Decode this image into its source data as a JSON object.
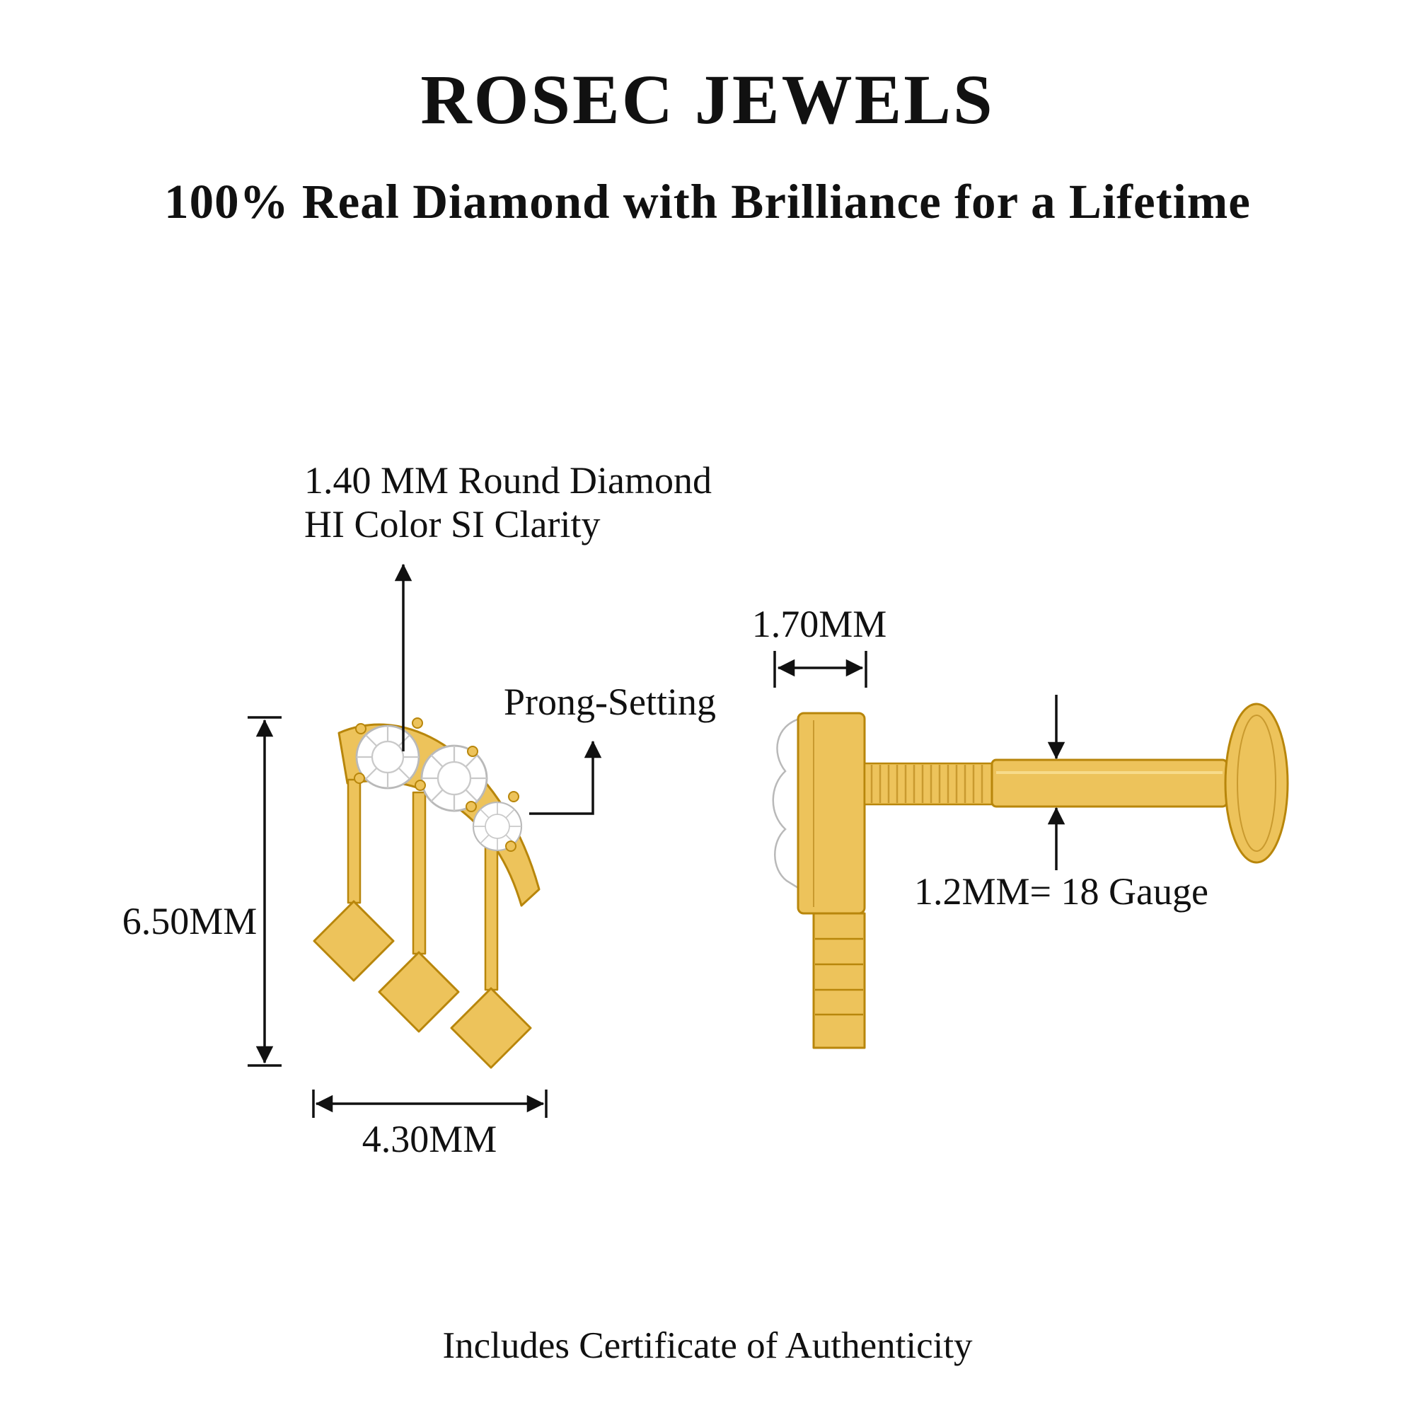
{
  "header": {
    "brand": "ROSEC JEWELS",
    "tagline": "100% Real Diamond with Brilliance for a Lifetime"
  },
  "front_view": {
    "callout_diamond_line1": "1.40 MM Round Diamond",
    "callout_diamond_line2": "HI Color SI Clarity",
    "callout_prong": "Prong-Setting",
    "dim_height": "6.50MM",
    "dim_width": "4.30MM"
  },
  "side_view": {
    "dim_head_width": "1.70MM",
    "dim_gauge": "1.2MM= 18 Gauge"
  },
  "footer": {
    "certificate": "Includes Certificate of Authenticity"
  },
  "colors": {
    "gold": "#EDC35B",
    "gold_dark": "#B8860B",
    "gold_deep": "#C99A2F",
    "stone_stroke": "#B9B9B9",
    "ink": "#111111",
    "bg": "#FFFFFF"
  }
}
